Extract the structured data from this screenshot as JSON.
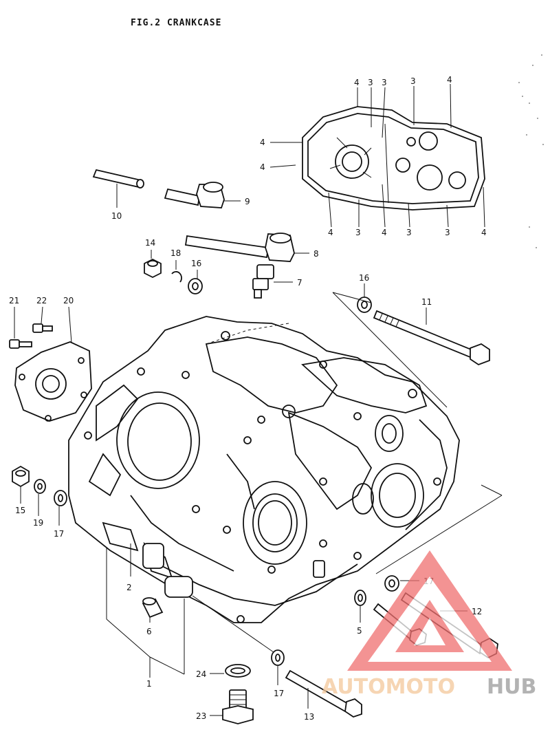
{
  "title": "FIG.2  CRANKCASE",
  "callouts": {
    "c1": "1",
    "c2": "2",
    "c3": "3",
    "c4": "4",
    "c5": "5",
    "c6": "6",
    "c7": "7",
    "c8": "8",
    "c9": "9",
    "c10": "10",
    "c11": "11",
    "c12": "12",
    "c13": "13",
    "c14": "14",
    "c15": "15",
    "c16": "16",
    "c17": "17",
    "c18": "18",
    "c19": "19",
    "c20": "20",
    "c21": "21",
    "c22": "22",
    "c23": "23",
    "c24": "24"
  },
  "watermark": {
    "text_auto": "AUTOMOTO",
    "text_hub": "HUB",
    "triangle_color": "#f07070",
    "auto_color": "#f4c89a",
    "hub_color": "#9a9a9a"
  }
}
